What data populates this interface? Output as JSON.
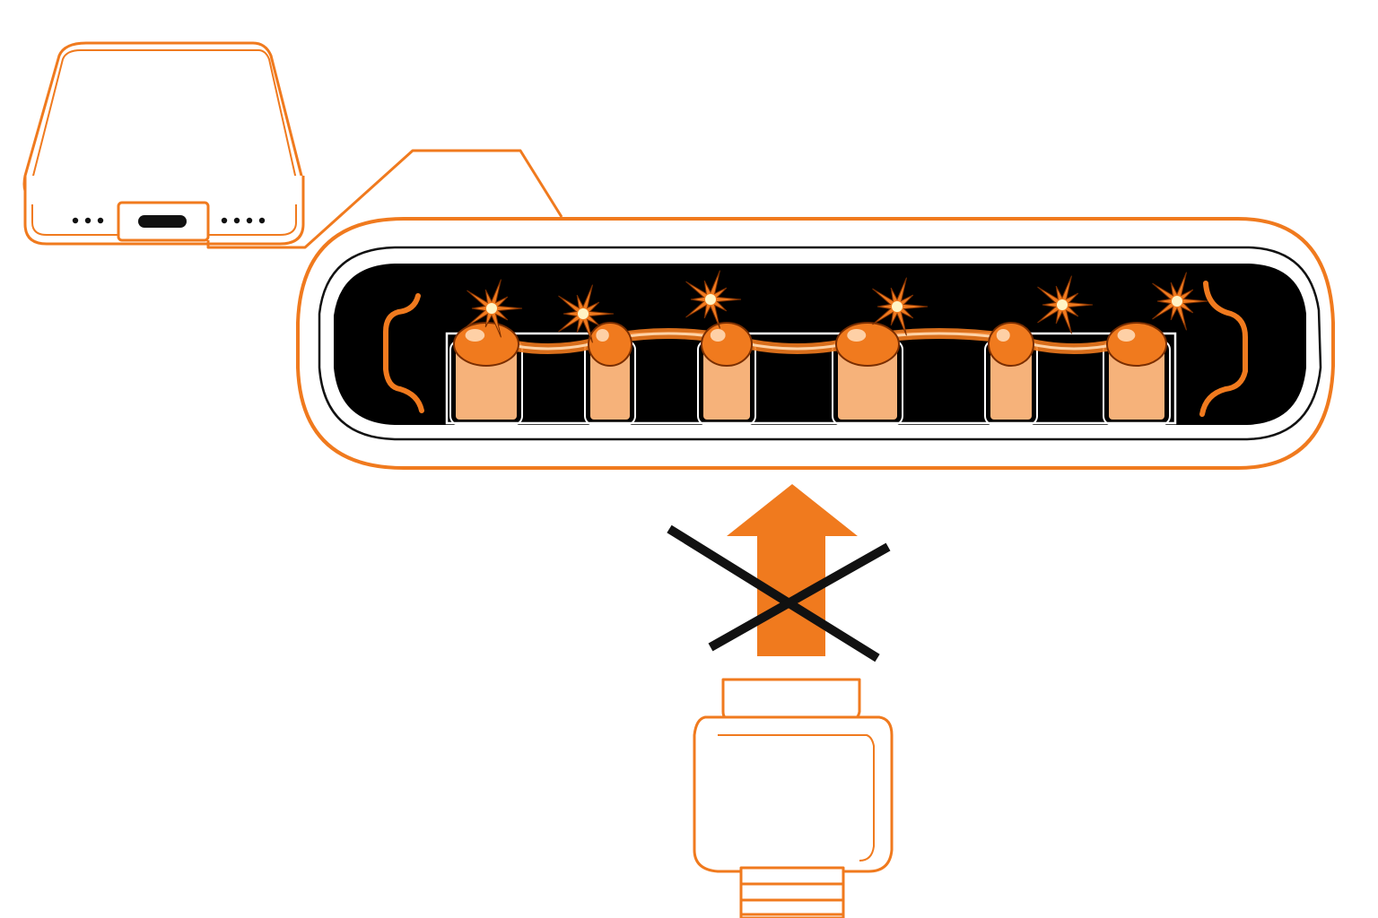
{
  "colors": {
    "accent": "#f07a1e",
    "pin_fill": "#f6b27a",
    "port_cavity": "#000000",
    "spark": "#fff3c4",
    "forbid_cross": "#111111",
    "background": "#ffffff"
  },
  "phone": {
    "icon": "smartphone-bottom-icon",
    "port": "usb-c-port-icon"
  },
  "port_closeup": {
    "icon": "usb-c-port-cutaway-icon",
    "pin_count": 6,
    "spark_count": 6,
    "liquid_bridge": true
  },
  "insert_arrow": {
    "icon": "arrow-up-icon",
    "direction": "up",
    "forbidden": true,
    "cross_icon": "x-mark-icon"
  },
  "cable": {
    "icon": "usb-c-plug-icon"
  }
}
